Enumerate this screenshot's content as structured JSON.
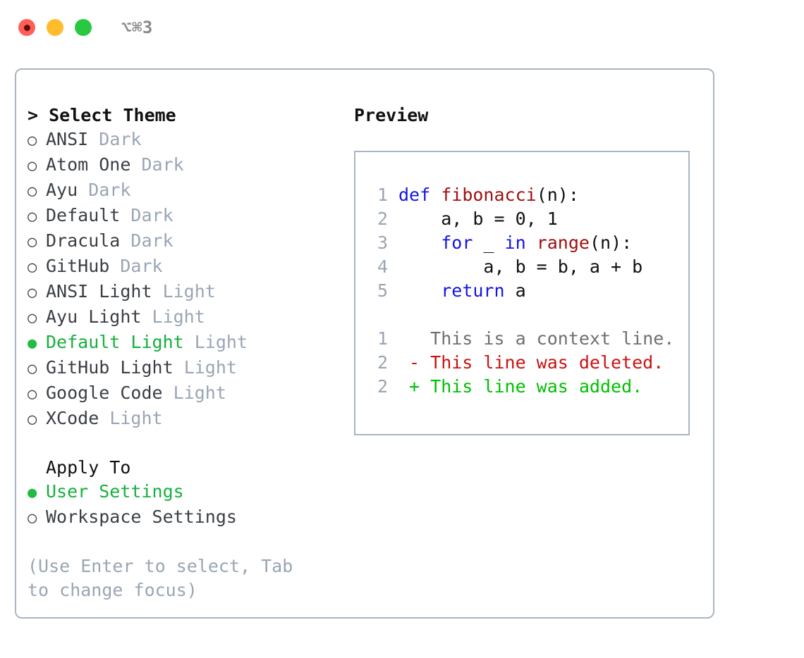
{
  "titlebar": {
    "shortcut": "⌥⌘3",
    "lights": [
      {
        "name": "close-button",
        "color": "#ff5f57"
      },
      {
        "name": "minimize-button",
        "color": "#ffbd2e"
      },
      {
        "name": "maximize-button",
        "color": "#28c840"
      }
    ]
  },
  "theme_list": {
    "heading": "> Select Theme",
    "caret": ">",
    "heading_text": "Select Theme",
    "bullet_selected": "●",
    "bullet_unselected": "○",
    "items": [
      {
        "name": "ANSI",
        "tag": "Dark",
        "selected": false
      },
      {
        "name": "Atom One",
        "tag": "Dark",
        "selected": false
      },
      {
        "name": "Ayu",
        "tag": "Dark",
        "selected": false
      },
      {
        "name": "Default",
        "tag": "Dark",
        "selected": false
      },
      {
        "name": "Dracula",
        "tag": "Dark",
        "selected": false
      },
      {
        "name": "GitHub",
        "tag": "Dark",
        "selected": false
      },
      {
        "name": "ANSI Light",
        "tag": "Light",
        "selected": false
      },
      {
        "name": "Ayu Light",
        "tag": "Light",
        "selected": false
      },
      {
        "name": "Default Light",
        "tag": "Light",
        "selected": true
      },
      {
        "name": "GitHub Light",
        "tag": "Light",
        "selected": false
      },
      {
        "name": "Google Code",
        "tag": "Light",
        "selected": false
      },
      {
        "name": "XCode",
        "tag": "Light",
        "selected": false
      }
    ]
  },
  "apply_to": {
    "label": "Apply To",
    "items": [
      {
        "name": "User Settings",
        "selected": true
      },
      {
        "name": "Workspace Settings",
        "selected": false
      }
    ]
  },
  "hint": "(Use Enter to select, Tab to change focus)",
  "preview": {
    "heading": "Preview",
    "code_lines": [
      {
        "num": "1",
        "segments": [
          {
            "text": "def ",
            "kind": "kw"
          },
          {
            "text": "fibonacci",
            "kind": "fn"
          },
          {
            "text": "(n):",
            "kind": "plain"
          }
        ]
      },
      {
        "num": "2",
        "segments": [
          {
            "text": "    a, b = 0, 1",
            "kind": "plain"
          }
        ]
      },
      {
        "num": "3",
        "segments": [
          {
            "text": "    ",
            "kind": "plain"
          },
          {
            "text": "for",
            "kind": "kw"
          },
          {
            "text": " _ ",
            "kind": "plain"
          },
          {
            "text": "in",
            "kind": "kw"
          },
          {
            "text": " ",
            "kind": "plain"
          },
          {
            "text": "range",
            "kind": "fn"
          },
          {
            "text": "(n):",
            "kind": "plain"
          }
        ]
      },
      {
        "num": "4",
        "segments": [
          {
            "text": "        a, b = b, a + b",
            "kind": "plain"
          }
        ]
      },
      {
        "num": "5",
        "segments": [
          {
            "text": "    ",
            "kind": "plain"
          },
          {
            "text": "return",
            "kind": "kw"
          },
          {
            "text": " a",
            "kind": "plain"
          }
        ]
      }
    ],
    "diff_lines": [
      {
        "num": "1",
        "marker": "  ",
        "text": "This is a context line.",
        "kind": "ctx"
      },
      {
        "num": "2",
        "marker": "- ",
        "text": "This line was deleted.",
        "kind": "del"
      },
      {
        "num": "2",
        "marker": "+ ",
        "text": "This line was added.",
        "kind": "add"
      }
    ]
  },
  "colors": {
    "accent_green": "#16b03c",
    "muted": "#9aa5b4",
    "border": "#aab4c2",
    "keyword": "#1414e6",
    "function": "#a01010",
    "diff_deleted": "#cc1111",
    "diff_added": "#00c000"
  }
}
